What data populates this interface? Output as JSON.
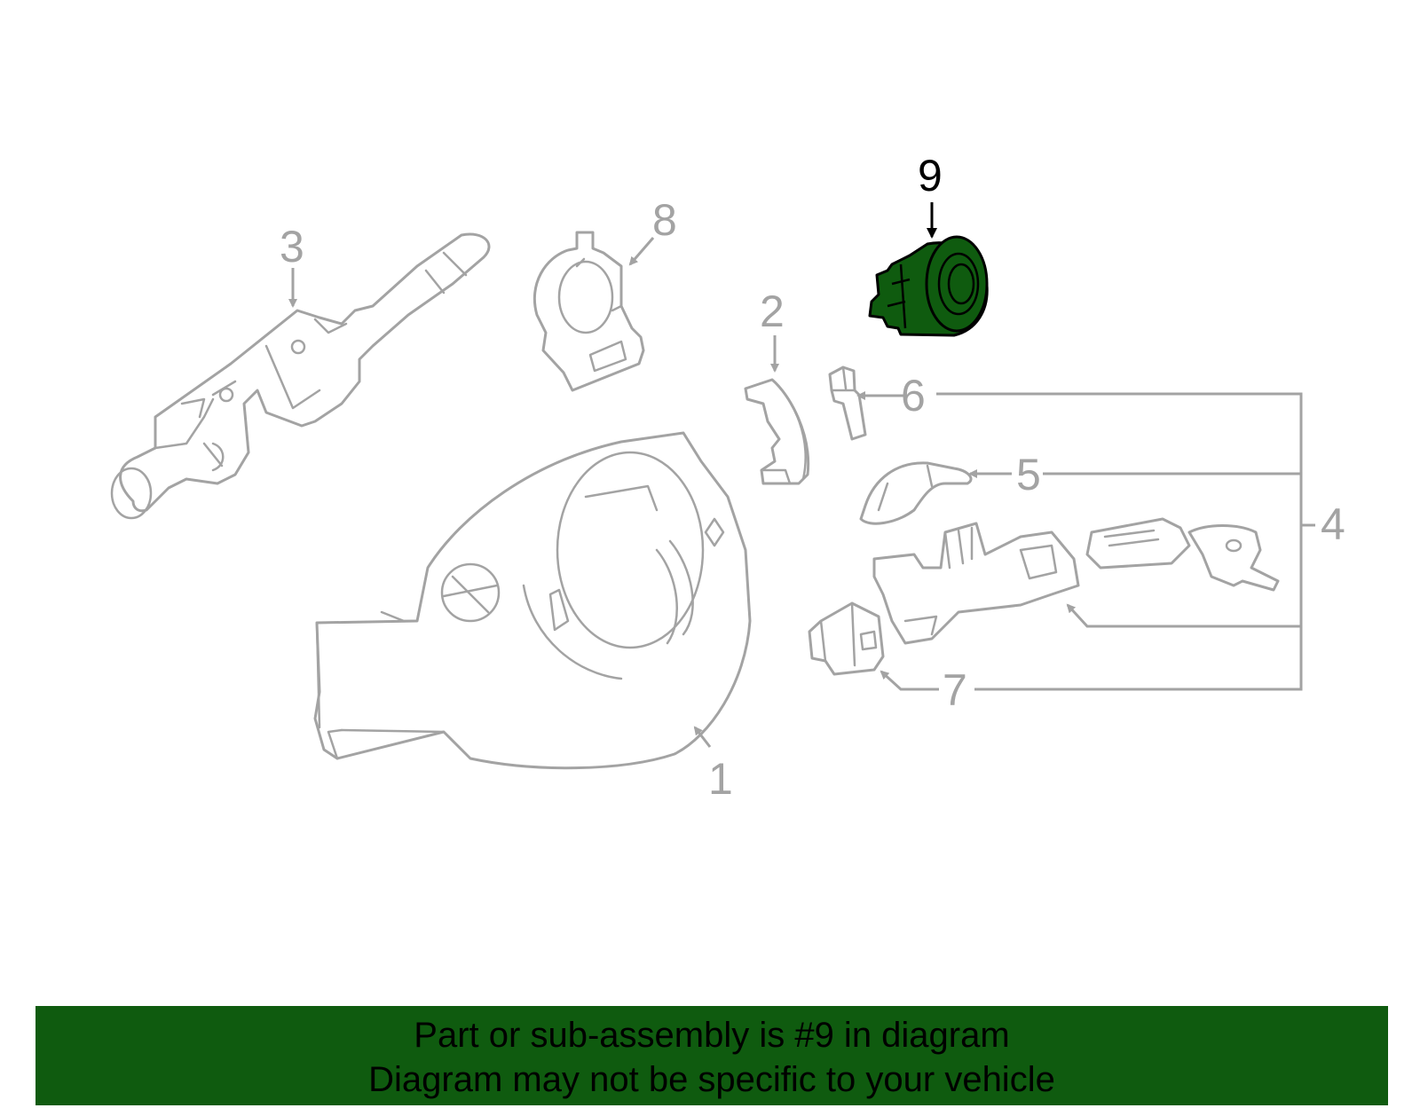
{
  "diagram": {
    "callouts": [
      "1",
      "2",
      "3",
      "4",
      "5",
      "6",
      "7",
      "8",
      "9"
    ],
    "highlighted_part": "9",
    "highlight_color": "#0f5b0f",
    "line_color": "#a3a3a3"
  },
  "banner": {
    "line1": "Part or sub-assembly is #9 in diagram",
    "line2": "Diagram may not be specific to your vehicle",
    "background": "#0f5b0f"
  }
}
